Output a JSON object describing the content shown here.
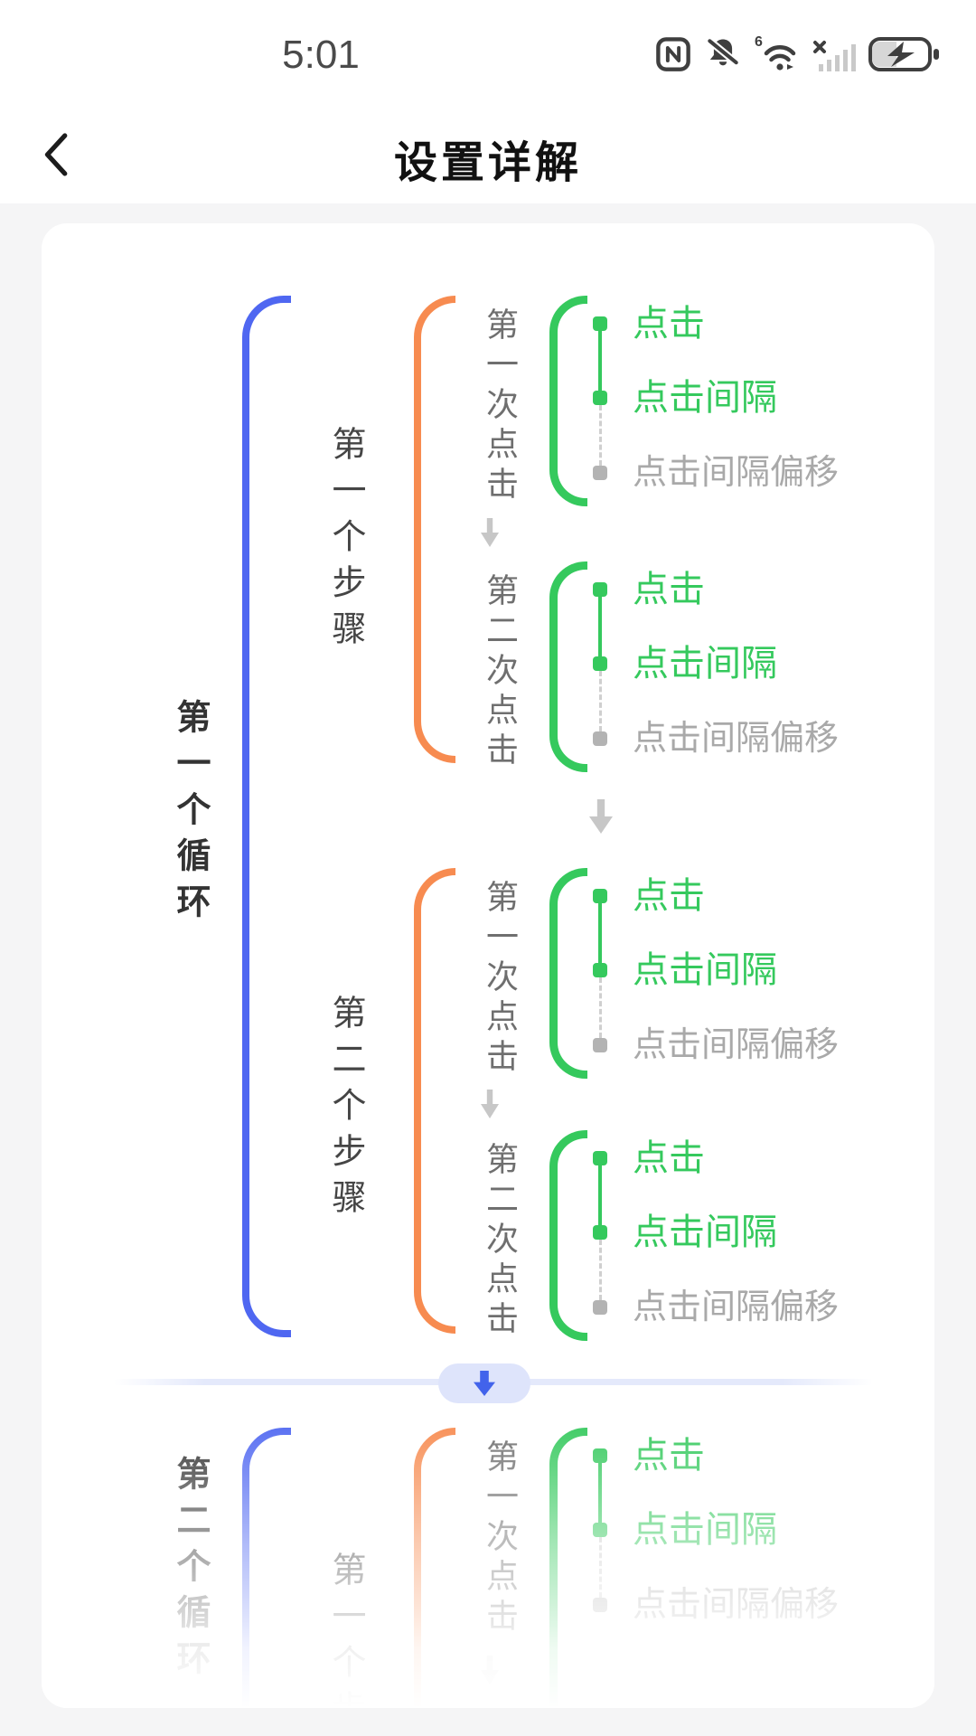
{
  "status_bar": {
    "time": "5:01",
    "wifi_badge": "6",
    "icons": [
      "nfc-icon",
      "notifications-muted-icon",
      "wifi-icon",
      "signal-off-icon",
      "battery-charging-icon"
    ]
  },
  "header": {
    "title": "设置详解"
  },
  "diagram": {
    "item_labels": {
      "click": "点击",
      "interval": "点击间隔",
      "offset": "点击间隔偏移"
    },
    "loops": [
      {
        "label": "第一个循环",
        "steps": [
          {
            "label": "第一个步骤",
            "clicks": [
              {
                "label": "第一次点击"
              },
              {
                "label": "第二次点击"
              }
            ]
          },
          {
            "label": "第二个步骤",
            "clicks": [
              {
                "label": "第一次点击"
              },
              {
                "label": "第二次点击"
              }
            ]
          }
        ]
      },
      {
        "label": "第二个循环",
        "steps": [
          {
            "label": "第一个步骤",
            "clicks": [
              {
                "label": "第一次点击"
              }
            ]
          }
        ]
      }
    ]
  },
  "theme": {
    "loop-color": "#4f67f1",
    "step-color": "#f78b50",
    "click-color": "#35c95d",
    "muted-color": "#b3b3b3",
    "muted-text": "#a9a9a9",
    "dash-color": "#cfcfcf",
    "arrow-gray": "#c7c7c7",
    "pill-bg": "#dee4fb",
    "pill-arrow": "#4263eb",
    "line-blue": "#e4e9fb",
    "loop-text": "#333333",
    "step-text": "#454545",
    "click-text": "#6f6f6f",
    "page-bg": "#f5f5f6"
  }
}
